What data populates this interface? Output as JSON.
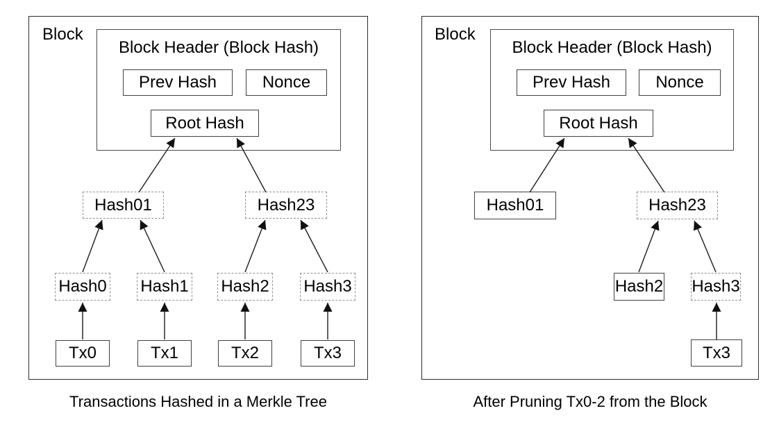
{
  "figure": {
    "left": {
      "block_label": "Block",
      "header_title": "Block Header (Block Hash)",
      "prev_hash_label": "Prev Hash",
      "nonce_label": "Nonce",
      "root_hash_label": "Root Hash",
      "nodes": {
        "hash01": {
          "label": "Hash01",
          "border": "dashed"
        },
        "hash23": {
          "label": "Hash23",
          "border": "dashed"
        },
        "hash0": {
          "label": "Hash0",
          "border": "dashed"
        },
        "hash1": {
          "label": "Hash1",
          "border": "dashed"
        },
        "hash2": {
          "label": "Hash2",
          "border": "dashed"
        },
        "hash3": {
          "label": "Hash3",
          "border": "dashed"
        },
        "tx0": {
          "label": "Tx0",
          "border": "solid"
        },
        "tx1": {
          "label": "Tx1",
          "border": "solid"
        },
        "tx2": {
          "label": "Tx2",
          "border": "solid"
        },
        "tx3": {
          "label": "Tx3",
          "border": "solid"
        }
      },
      "edges": [
        "Tx0 -> Hash0",
        "Tx1 -> Hash1",
        "Tx2 -> Hash2",
        "Tx3 -> Hash3",
        "Hash0 -> Hash01",
        "Hash1 -> Hash01",
        "Hash2 -> Hash23",
        "Hash3 -> Hash23",
        "Hash01 -> Root Hash",
        "Hash23 -> Root Hash"
      ],
      "caption": "Transactions Hashed in a Merkle Tree"
    },
    "right": {
      "block_label": "Block",
      "header_title": "Block Header (Block Hash)",
      "prev_hash_label": "Prev Hash",
      "nonce_label": "Nonce",
      "root_hash_label": "Root Hash",
      "nodes": {
        "hash01": {
          "label": "Hash01",
          "border": "solid"
        },
        "hash23": {
          "label": "Hash23",
          "border": "dashed"
        },
        "hash2": {
          "label": "Hash2",
          "border": "solid"
        },
        "hash3": {
          "label": "Hash3",
          "border": "dashed"
        },
        "tx3": {
          "label": "Tx3",
          "border": "solid"
        }
      },
      "edges": [
        "Tx3 -> Hash3",
        "Hash2 -> Hash23",
        "Hash3 -> Hash23",
        "Hash01 -> Root Hash",
        "Hash23 -> Root Hash"
      ],
      "caption": "After Pruning Tx0-2 from the Block"
    },
    "colors": {
      "background": "#ffffff",
      "solid_border": "#3f3f3f",
      "dashed_border": "#8f8f8f",
      "arrow": "#1c1c1c",
      "text": "#000000"
    }
  }
}
